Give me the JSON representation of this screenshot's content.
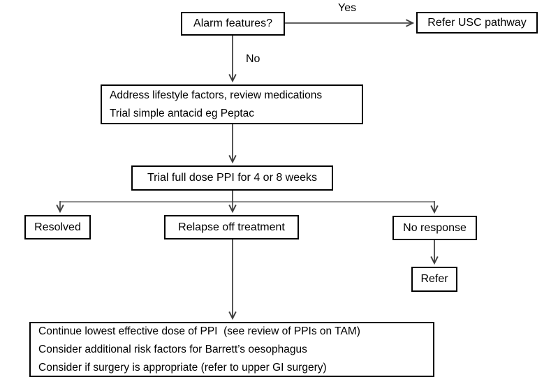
{
  "diagram": {
    "type": "flowchart",
    "nodes": {
      "alarm": {
        "label": "Alarm features?"
      },
      "usc": {
        "label": "Refer USC pathway"
      },
      "lifestyle": {
        "lines": [
          "Address lifestyle factors, review medications",
          "Trial simple antacid eg Peptac"
        ]
      },
      "ppi_trial": {
        "label": "Trial full dose PPI for 4 or 8 weeks"
      },
      "resolved": {
        "label": "Resolved"
      },
      "relapse": {
        "label": "Relapse off treatment"
      },
      "no_response": {
        "label": "No response"
      },
      "refer": {
        "label": "Refer"
      },
      "continue": {
        "lines": [
          "Continue lowest effective dose of PPI  (see review of PPIs on TAM)",
          "Consider additional risk factors for Barrett’s oesophagus",
          "Consider if surgery is appropriate (refer to upper GI surgery)"
        ]
      }
    },
    "edge_labels": {
      "yes": "Yes",
      "no": "No"
    },
    "colors": {
      "background": "#ffffff",
      "box_border": "#000000",
      "text": "#000000",
      "connector": "#3d3d3d",
      "branch_line": "#6b6b6b"
    }
  }
}
